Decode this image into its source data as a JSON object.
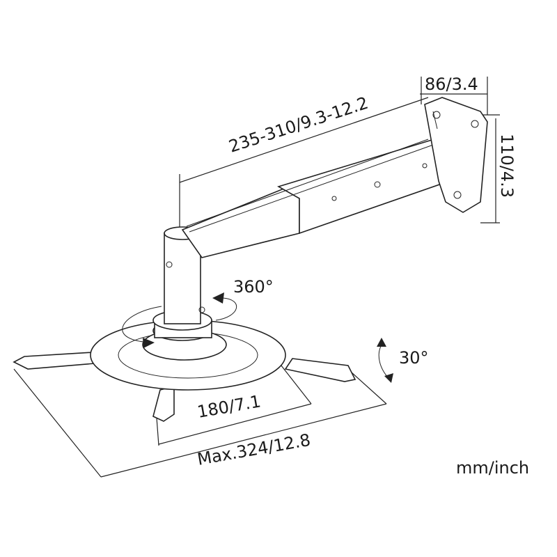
{
  "dimensions": {
    "wall_depth": "86/3.4",
    "arm_length": "235-310/9.3-12.2",
    "wall_height": "110/4.3",
    "rotation": "360°",
    "tilt": "30°",
    "inner_span": "180/7.1",
    "max_span": "Max.324/12.8"
  },
  "units": "mm/inch"
}
